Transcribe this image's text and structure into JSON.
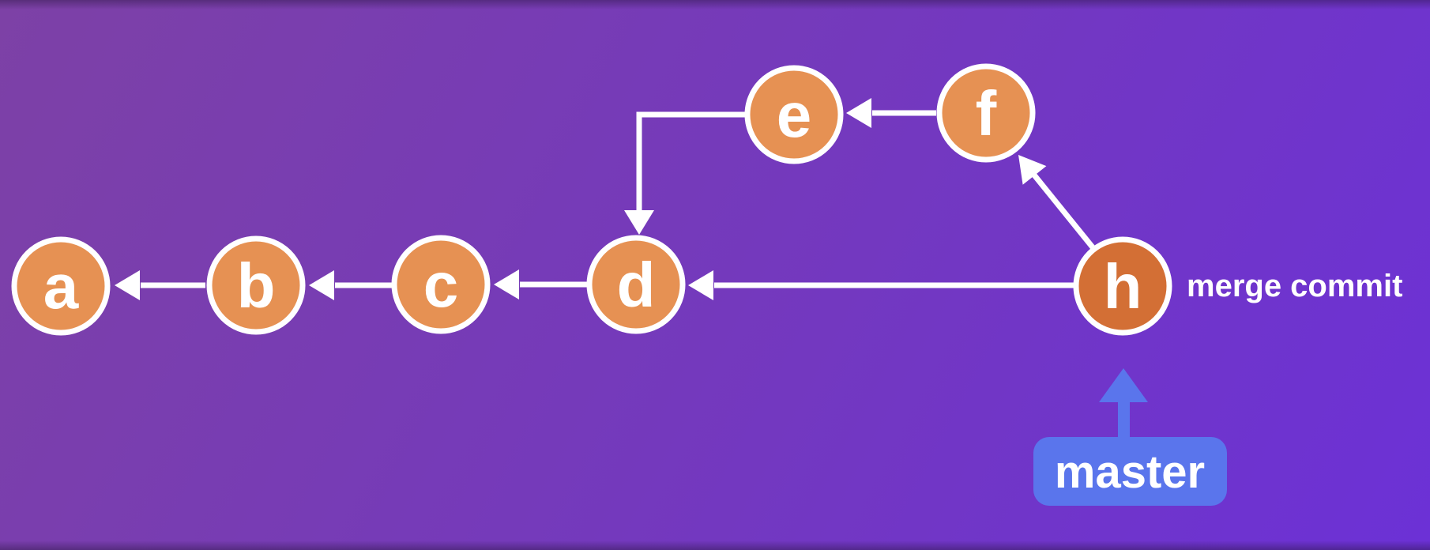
{
  "page": {
    "background_gradient": [
      "#7D41A6",
      "#7439BD",
      "#6C31D6"
    ]
  },
  "diagram": {
    "type": "git-commit-graph",
    "nodes": [
      {
        "id": "a",
        "label": "a",
        "role": "commit"
      },
      {
        "id": "b",
        "label": "b",
        "role": "commit"
      },
      {
        "id": "c",
        "label": "c",
        "role": "commit"
      },
      {
        "id": "d",
        "label": "d",
        "role": "commit"
      },
      {
        "id": "e",
        "label": "e",
        "role": "commit"
      },
      {
        "id": "f",
        "label": "f",
        "role": "commit"
      },
      {
        "id": "h",
        "label": "h",
        "role": "merge-commit"
      }
    ],
    "edges": [
      {
        "from": "b",
        "to": "a"
      },
      {
        "from": "c",
        "to": "b"
      },
      {
        "from": "d",
        "to": "c"
      },
      {
        "from": "e",
        "to": "d"
      },
      {
        "from": "f",
        "to": "e"
      },
      {
        "from": "h",
        "to": "d"
      },
      {
        "from": "h",
        "to": "f"
      }
    ],
    "annotations": {
      "merge_commit_label": "merge commit",
      "branch_badge": {
        "label": "master",
        "points_to": "h"
      }
    },
    "colors": {
      "commit_fill": "#E69153",
      "merge_commit_fill": "#D36F35",
      "node_stroke": "#FFFFFF",
      "edge_color": "#FFFFFF",
      "text_color": "#FFFFFF",
      "branch_badge_fill": "#5A75EC",
      "branch_arrow_fill": "#5A75EC"
    }
  }
}
